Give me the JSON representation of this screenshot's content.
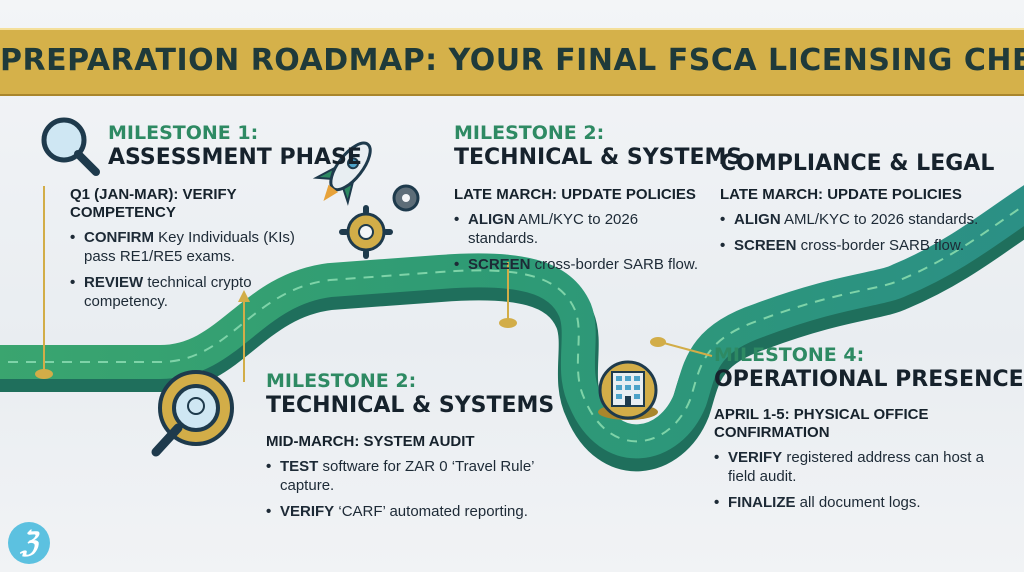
{
  "header": {
    "title": "PREPARATION ROADMAP: YOUR FINAL FSCA LICENSING CHECKLIST"
  },
  "colors": {
    "banner": "#d5b14a",
    "road": "#2f9a70",
    "road_edge": "#1f6f5c",
    "accent": "#2e8a63",
    "gold": "#d2ad48"
  },
  "milestone1": {
    "label": "MILESTONE 1:",
    "title": "ASSESSMENT PHASE",
    "phase": "Q1 (JAN-MAR): VERIFY COMPETENCY",
    "icon": "magnifier-icon",
    "bullets": [
      {
        "kw": "CONFIRM",
        "text": " Key Individuals (KIs) pass RE1/RE5 exams."
      },
      {
        "kw": "REVIEW",
        "text": " technical crypto competency."
      }
    ]
  },
  "milestone2_top": {
    "label": "MILESTONE 2:",
    "title": "TECHNICAL & SYSTEMS",
    "phase": "LATE MARCH: UPDATE POLICIES",
    "icon": "rocket-icon",
    "bullets": [
      {
        "kw": "ALIGN",
        "text": " AML/KYC to 2026 standards."
      },
      {
        "kw": "SCREEN",
        "text": " cross-border SARB flow."
      }
    ]
  },
  "compliance": {
    "title": "COMPLIANCE & LEGAL",
    "phase": "LATE MARCH: UPDATE POLICIES",
    "bullets": [
      {
        "kw": "ALIGN",
        "text": " AML/KYC to 2026 standards."
      },
      {
        "kw": "SCREEN",
        "text": " cross-border SARB flow."
      }
    ]
  },
  "milestone2_bottom": {
    "label": "MILESTONE 2:",
    "title": "TECHNICAL & SYSTEMS",
    "phase": "MID-MARCH: SYSTEM AUDIT",
    "icon": "gear-magnifier-icon",
    "bullets": [
      {
        "kw": "TEST",
        "text": " software for ZAR 0 ‘Travel Rule’ capture."
      },
      {
        "kw": "VERIFY",
        "text": " ‘CARF’ automated reporting."
      }
    ]
  },
  "milestone4": {
    "label": "MILESTONE 4:",
    "title": "OPERATIONAL PRESENCE",
    "phase": "APRIL 1-5: PHYSICAL OFFICE CONFIRMATION",
    "icon": "office-building-icon",
    "bullets": [
      {
        "kw": "VERIFY",
        "text": " registered address can host a field audit."
      },
      {
        "kw": "FINALIZE",
        "text": " all document logs."
      }
    ]
  },
  "gear_icon": "gears-icon",
  "brand_logo": "brand-logo-icon"
}
